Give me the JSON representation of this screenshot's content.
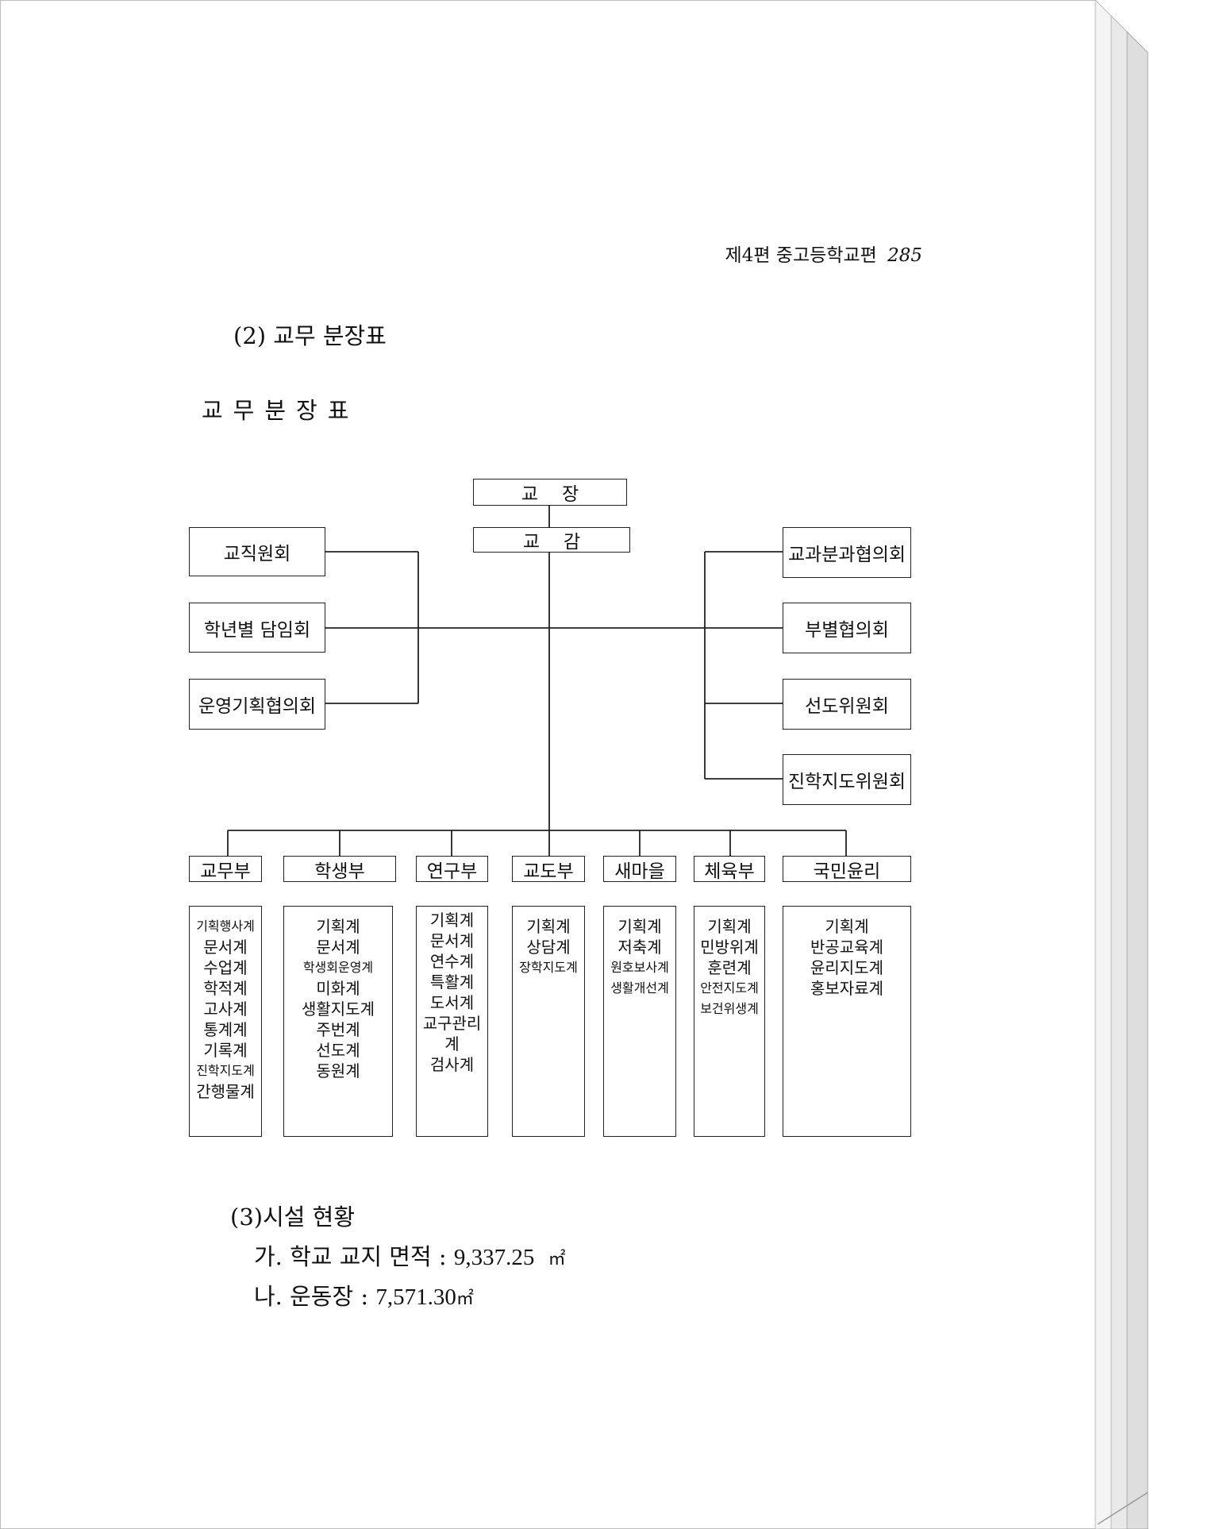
{
  "header": {
    "part": "제4편 중고등학교편",
    "page": "285"
  },
  "section2": "(2) 교무 분장표",
  "chart_title": "교무분장표",
  "top": {
    "principal": "교장",
    "vice": "교감"
  },
  "left_committees": [
    "교직원회",
    "학년별 담임회",
    "운영기획협의회"
  ],
  "right_committees": [
    "교과분과협의회",
    "부별협의회",
    "선도위원회",
    "진학지도위원회"
  ],
  "departments": [
    {
      "name": "교무부",
      "duties": [
        "기획행사계",
        "문서계",
        "수업계",
        "학적계",
        "고사계",
        "통계계",
        "기록계",
        "진학지도계",
        "간행물계"
      ]
    },
    {
      "name": "학생부",
      "duties": [
        "기획계",
        "문서계",
        "학생회운영계",
        "미화계",
        "생활지도계",
        "주번계",
        "선도계",
        "동원계"
      ]
    },
    {
      "name": "연구부",
      "duties": [
        "기획계",
        "문서계",
        "연수계",
        "특활계",
        "도서계",
        "교구관리",
        "계",
        "검사계"
      ]
    },
    {
      "name": "교도부",
      "duties": [
        "기획계",
        "상담계",
        "장학지도계"
      ]
    },
    {
      "name": "새마을",
      "duties": [
        "기획계",
        "저축계",
        "원호보사계",
        "생활개선계"
      ]
    },
    {
      "name": "체육부",
      "duties": [
        "기획계",
        "민방위계",
        "훈련계",
        "안전지도계",
        "보건위생계"
      ]
    },
    {
      "name": "국민윤리",
      "duties": [
        "기획계",
        "반공교육계",
        "윤리지도계",
        "홍보자료계"
      ]
    }
  ],
  "section3": "(3)시설 현황",
  "facilities": [
    {
      "label": "가. 학교 교지 면적 :",
      "value": "9,337.25",
      "unit": "㎡"
    },
    {
      "label": "나. 운동장 :",
      "value": "7,571.30",
      "unit": "㎡"
    }
  ]
}
